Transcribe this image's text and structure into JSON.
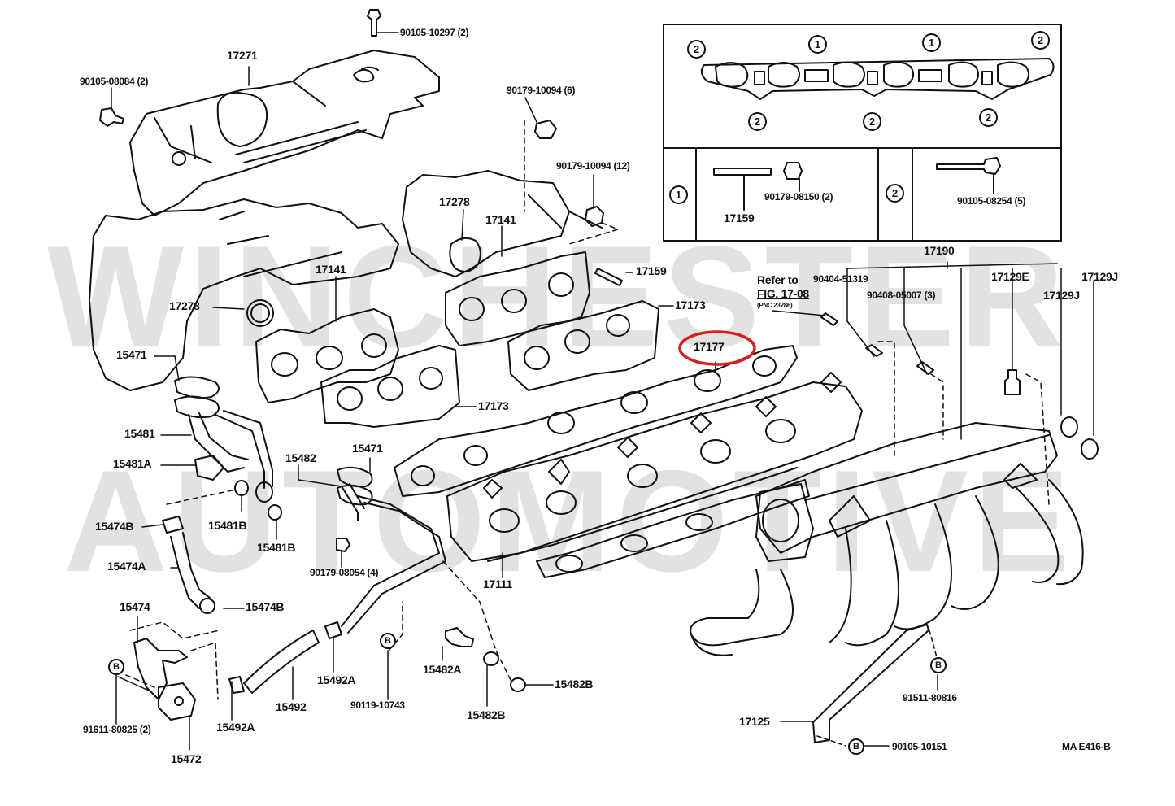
{
  "diagram": {
    "title_code": "MA E416-B",
    "watermark": {
      "line1": "WINCHESTER",
      "line2": "AUTOMOTIVE"
    },
    "highlight": {
      "part": "17177",
      "color": "#d61f1f"
    },
    "line_color": "#111111",
    "watermark_color": "#e2e2e2",
    "parts": [
      {
        "id": "p1",
        "label": "90105-10297 (2)"
      },
      {
        "id": "p2",
        "label": "17271"
      },
      {
        "id": "p3",
        "label": "90105-08084 (2)"
      },
      {
        "id": "p4",
        "label": "90179-10094 (6)"
      },
      {
        "id": "p5",
        "label": "90179-10094 (12)"
      },
      {
        "id": "p6",
        "label": "17278"
      },
      {
        "id": "p7",
        "label": "17141"
      },
      {
        "id": "p8",
        "label": "17141"
      },
      {
        "id": "p9",
        "label": "17278"
      },
      {
        "id": "p10",
        "label": "17159"
      },
      {
        "id": "p11",
        "label": "17173"
      },
      {
        "id": "p12",
        "label": "17173"
      },
      {
        "id": "p13",
        "label": "17177"
      },
      {
        "id": "p14",
        "label": "15471"
      },
      {
        "id": "p15",
        "label": "15481"
      },
      {
        "id": "p16",
        "label": "15481A"
      },
      {
        "id": "p17",
        "label": "15474B"
      },
      {
        "id": "p18",
        "label": "15481B"
      },
      {
        "id": "p19",
        "label": "15481B"
      },
      {
        "id": "p20",
        "label": "15474A"
      },
      {
        "id": "p21",
        "label": "15474"
      },
      {
        "id": "p22",
        "label": "15474B"
      },
      {
        "id": "p23",
        "label": "91611-80825 (2)"
      },
      {
        "id": "p24",
        "label": "15472"
      },
      {
        "id": "p25",
        "label": "15492A"
      },
      {
        "id": "p26",
        "label": "15492"
      },
      {
        "id": "p27",
        "label": "15492A"
      },
      {
        "id": "p28",
        "label": "90119-10743"
      },
      {
        "id": "p29",
        "label": "15482A"
      },
      {
        "id": "p30",
        "label": "15482B"
      },
      {
        "id": "p31",
        "label": "15482B"
      },
      {
        "id": "p32",
        "label": "15482"
      },
      {
        "id": "p33",
        "label": "15471"
      },
      {
        "id": "p34",
        "label": "90179-08054 (4)"
      },
      {
        "id": "p35",
        "label": "17111"
      },
      {
        "id": "p36",
        "label": "17190"
      },
      {
        "id": "p37",
        "label": "90404-51319"
      },
      {
        "id": "p38",
        "label": "90408-05007 (3)"
      },
      {
        "id": "p39",
        "label": "17129E"
      },
      {
        "id": "p40",
        "label": "17129J"
      },
      {
        "id": "p41",
        "label": "17129J"
      },
      {
        "id": "p42",
        "label": "91511-80816"
      },
      {
        "id": "p43",
        "label": "17125"
      },
      {
        "id": "p44",
        "label": "90105-10151"
      }
    ],
    "reference_note": {
      "line1": "Refer to",
      "line2": "FIG. 17-08",
      "line3": "(PNC 23286)"
    },
    "inset": {
      "bolt_markers": [
        "2",
        "1",
        "1",
        "2",
        "2",
        "2",
        "2"
      ],
      "key1": {
        "marker": "1",
        "parts": [
          "17159",
          "90179-08150 (2)"
        ]
      },
      "key2": {
        "marker": "2",
        "parts": [
          "90105-08254 (5)"
        ]
      }
    },
    "fastener_marker": "B"
  }
}
